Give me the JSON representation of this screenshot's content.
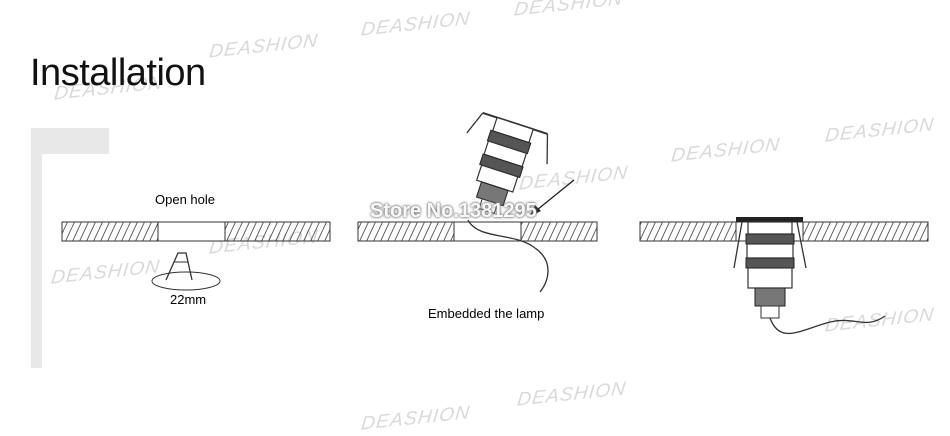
{
  "title": "Installation",
  "watermark": "DEASHION",
  "steps": {
    "step1": {
      "label": "Open hole",
      "dimension": "22mm"
    },
    "step2": {
      "label": "Embedded the lamp"
    }
  },
  "store_watermark": "Store No.1381295"
}
